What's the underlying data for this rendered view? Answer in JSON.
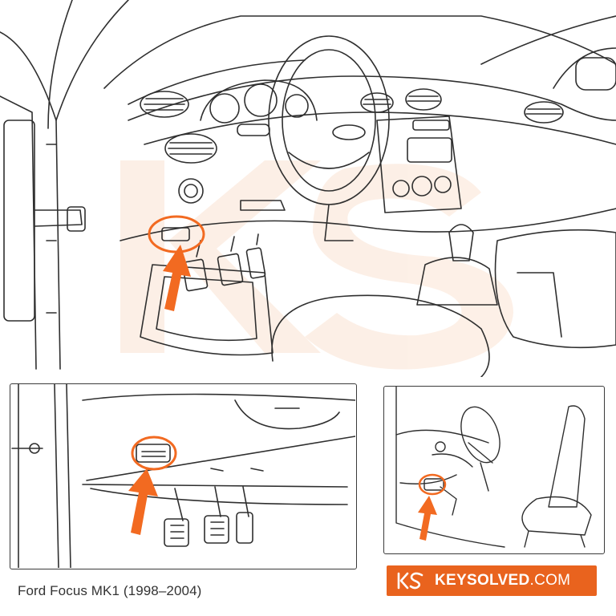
{
  "colors": {
    "accent": "#F26A21",
    "line": "#2f2f2f",
    "watermark": "#FBE3D3",
    "brand_bg": "#E9631E"
  },
  "caption": "Ford Focus MK1 (1998–2004)",
  "brand": {
    "name_strong": "KEYSOLVED",
    "name_suffix": ".COM",
    "logo": "ks-monogram-icon"
  },
  "views": {
    "main": {
      "highlight": "obd-port",
      "marker": "orange-arrow-icon"
    },
    "closeup": {
      "highlight": "obd-port",
      "marker": "orange-arrow-icon"
    },
    "side": {
      "highlight": "obd-port",
      "marker": "orange-arrow-icon"
    }
  }
}
